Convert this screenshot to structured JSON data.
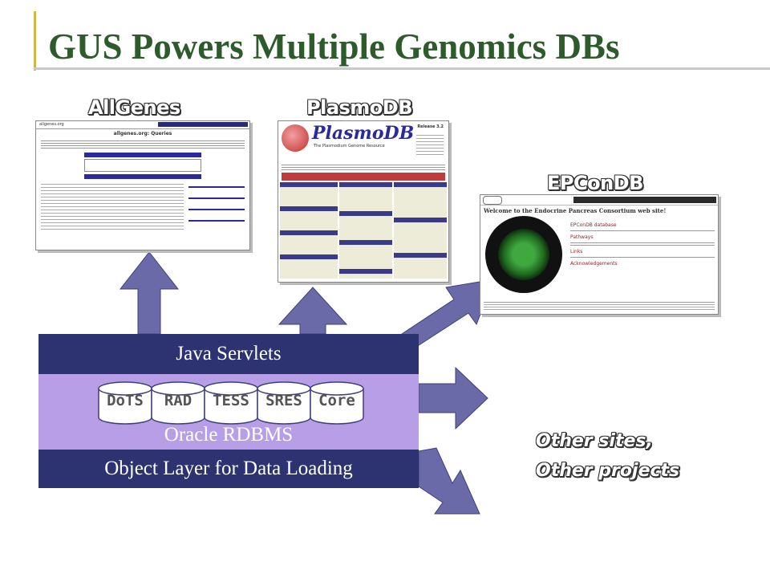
{
  "title": "GUS Powers Multiple Genomics DBs",
  "sites": {
    "allgenes": "AllGenes",
    "plasmodb": "PlasmoDB",
    "epcondb": "EPConDB"
  },
  "stack": {
    "servlets": "Java Servlets",
    "oracle": "Oracle RDBMS",
    "object_layer": "Object Layer for Data Loading",
    "schemas": [
      "DoTS",
      "RAD",
      "TESS",
      "SRES",
      "Core"
    ]
  },
  "other": {
    "line1": "Other sites,",
    "line2": "Other projects"
  },
  "screenshots": {
    "allgenes_url": "allgenes.org",
    "allgenes_heading": "allgenes.org: Queries",
    "plasmo_logo": "PlasmoDB",
    "plasmo_sub": "The Plasmodium Genome Resource",
    "plasmo_release": "Release 3.2",
    "epcon_welcome": "Welcome to the Endocrine Pancreas Consortium web site!",
    "epcon_links": [
      "EPConDB database",
      "Pathways",
      "Links",
      "Acknowledgements"
    ]
  }
}
